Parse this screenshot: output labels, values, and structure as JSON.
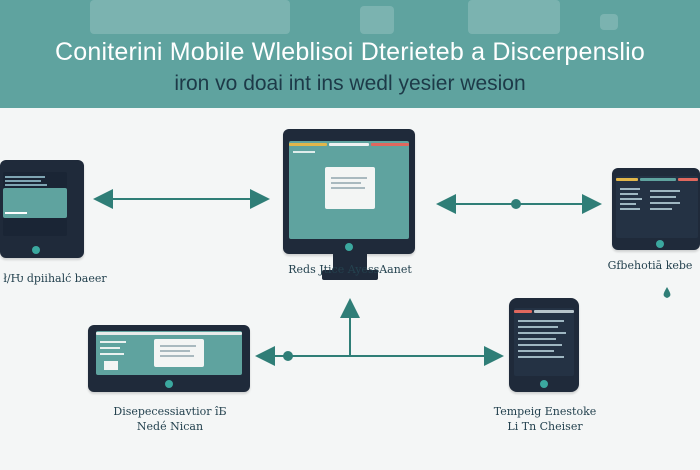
{
  "banner": {
    "title_line1": "Coniterini Mobile Wleblisoi Dterieteb a Discerpenslio",
    "title_line2": "iron vo  doai  int ins wedl yesier  wesion",
    "color": "#5fa39f"
  },
  "labels": {
    "left_device": "ł/Ƕ dpiihalć baeer",
    "center_monitor": "Reds Jtice  AyessAanet",
    "right_device": "Gfbehotiā kebe",
    "bottom_left_line1": "Disepecessiavtior îБ",
    "bottom_left_line2": "Nedé Nican",
    "bottom_right_line1": "Tempeig Enestoke",
    "bottom_right_line2": "Li Tn Cheiser"
  },
  "colors": {
    "device_frame": "#1f2a3a",
    "teal_screen": "#5fa39f",
    "arrow": "#2f7e77",
    "accent_yellow": "#e1b64a",
    "accent_red": "#e0685e"
  }
}
